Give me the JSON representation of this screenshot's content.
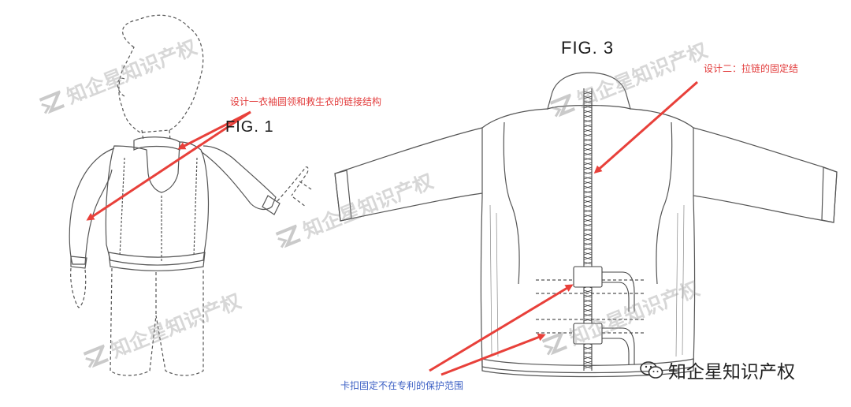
{
  "figures": {
    "fig1_label": "FIG. 1",
    "fig3_label": "FIG. 3"
  },
  "annotations": {
    "design1": "设计一衣袖圆领和救生衣的链接结构",
    "design2": "设计二：拉链的固定结",
    "buckle_note": "卡扣固定不在专利的保护范围"
  },
  "watermark": {
    "text": "知企星知识产权",
    "logo_icon": "zq-logo-icon"
  },
  "source_badge": {
    "icon": "wechat-icon",
    "text": "知企星知识产权"
  },
  "colors": {
    "arrow_red": "#e8403a",
    "note_red": "#e23b3b",
    "note_blue": "#3b5fc4",
    "drawing_line": "#555555"
  }
}
